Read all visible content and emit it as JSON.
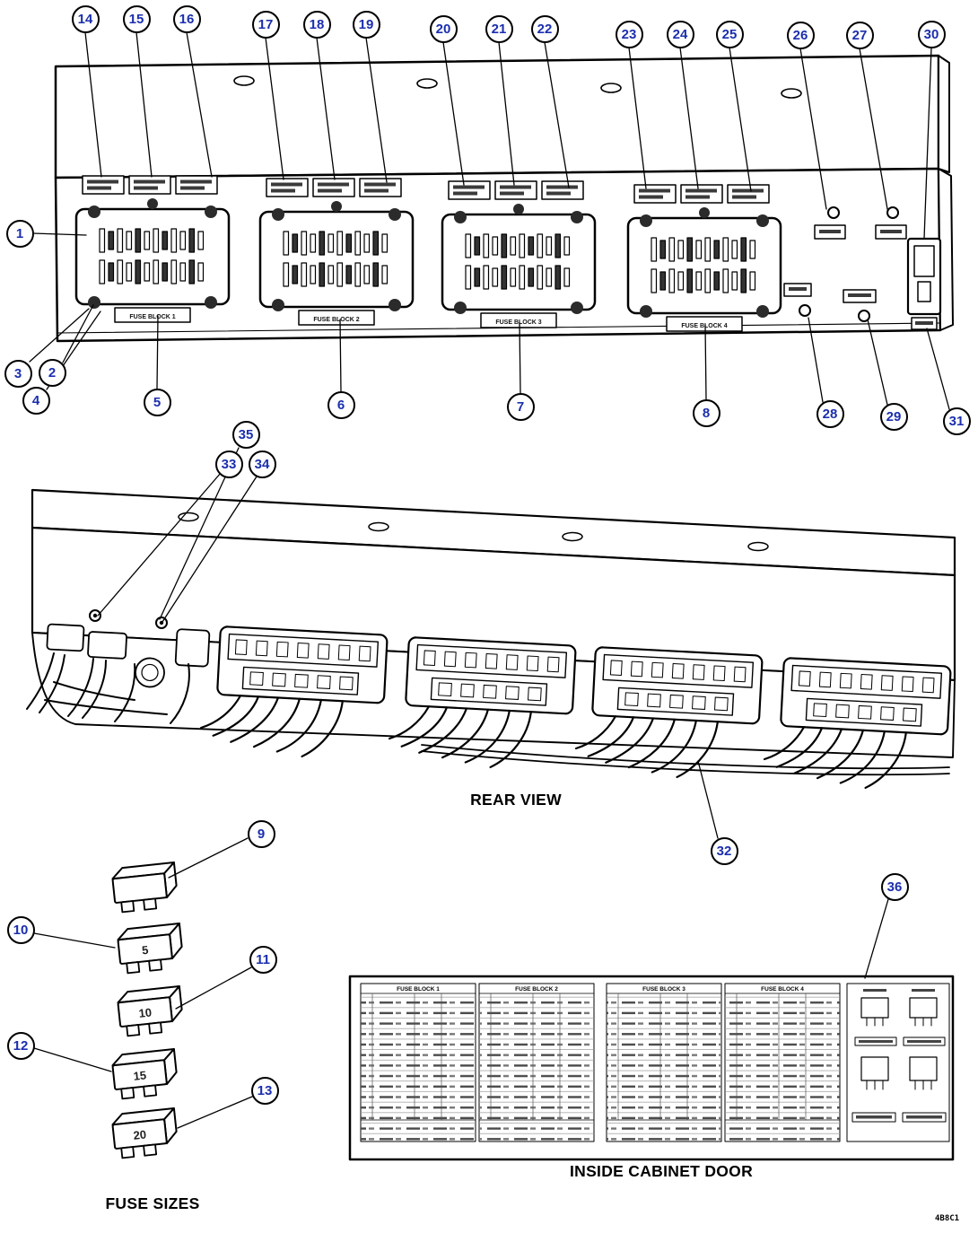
{
  "figure": {
    "code": "4B8C1"
  },
  "colors": {
    "callout_number": "#1b2fae",
    "line": "#000000",
    "paper": "#ffffff"
  },
  "labels": {
    "rear_view": "REAR VIEW",
    "fuse_sizes": "FUSE SIZES",
    "inside_cabinet_door": "INSIDE CABINET DOOR"
  },
  "callouts": [
    {
      "n": "1"
    },
    {
      "n": "2"
    },
    {
      "n": "3"
    },
    {
      "n": "4"
    },
    {
      "n": "5"
    },
    {
      "n": "6"
    },
    {
      "n": "7"
    },
    {
      "n": "8"
    },
    {
      "n": "9"
    },
    {
      "n": "10"
    },
    {
      "n": "11"
    },
    {
      "n": "12"
    },
    {
      "n": "13"
    },
    {
      "n": "14"
    },
    {
      "n": "15"
    },
    {
      "n": "16"
    },
    {
      "n": "17"
    },
    {
      "n": "18"
    },
    {
      "n": "19"
    },
    {
      "n": "20"
    },
    {
      "n": "21"
    },
    {
      "n": "22"
    },
    {
      "n": "23"
    },
    {
      "n": "24"
    },
    {
      "n": "25"
    },
    {
      "n": "26"
    },
    {
      "n": "27"
    },
    {
      "n": "28"
    },
    {
      "n": "29"
    },
    {
      "n": "30"
    },
    {
      "n": "31"
    },
    {
      "n": "32"
    },
    {
      "n": "33"
    },
    {
      "n": "34"
    },
    {
      "n": "35"
    },
    {
      "n": "36"
    }
  ],
  "front_view": {
    "fuse_block_labels": [
      "FUSE BLOCK 1",
      "FUSE BLOCK 2",
      "FUSE BLOCK 3",
      "FUSE BLOCK 4"
    ]
  },
  "fuse_sizes": {
    "values": [
      "",
      "5",
      "10",
      "15",
      "20"
    ]
  },
  "cabinet_door": {
    "headers": [
      "FUSE BLOCK 1",
      "FUSE BLOCK 2",
      "FUSE BLOCK 3",
      "FUSE BLOCK 4"
    ]
  }
}
